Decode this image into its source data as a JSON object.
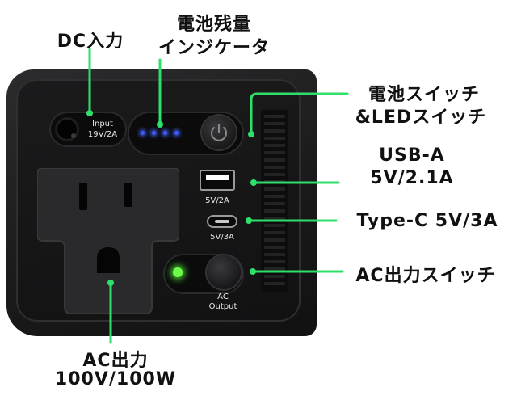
{
  "labels": {
    "dc_input": "DC入力",
    "battery_indicator_line1": "電池残量",
    "battery_indicator_line2": "インジケータ",
    "battery_switch_line1": "電池スイッチ",
    "battery_switch_line2": "&LEDスイッチ",
    "usb_a_line1": "USB-A",
    "usb_a_line2": "5V/2.1A",
    "type_c": "Type-C 5V/3A",
    "ac_output_switch": "AC出力スイッチ",
    "ac_output_line1": "AC出力",
    "ac_output_line2": "100V/100W"
  },
  "device_print": {
    "dc_input_line1": "Input",
    "dc_input_line2": "19V/2A",
    "usb_a_rating": "5V/2A",
    "usb_c_rating": "5V/3A",
    "ac_line1": "AC",
    "ac_line2": "Output"
  },
  "colors": {
    "callout_line": "#2ee06a",
    "battery_led": "#3b5bff",
    "ac_led": "#6dff4a",
    "device_body": "#1b1b1c",
    "label_text": "#111111"
  },
  "battery_led_count": 4
}
